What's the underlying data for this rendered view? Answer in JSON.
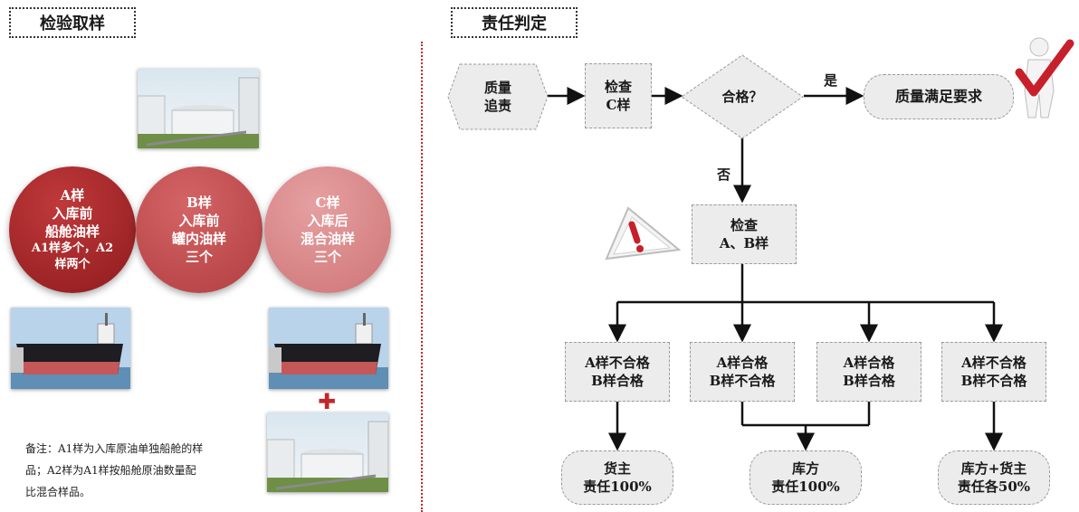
{
  "left": {
    "title": "检验取样",
    "circles": [
      {
        "lines": [
          "A样",
          "入库前",
          "船舱油样"
        ],
        "small_lines": [
          "A1样多个，A2",
          "样两个"
        ]
      },
      {
        "lines": [
          "B样",
          "入库前",
          "罐内油样",
          "三个"
        ]
      },
      {
        "lines": [
          "C样",
          "入库后",
          "混合油样",
          "三个"
        ]
      }
    ],
    "plus": "✚",
    "note": "备注：A1样为入库原油单独船舱的样品；A2样为A1样按船舱原油数量配比混合样品。"
  },
  "right": {
    "title": "责任判定",
    "start": "质量\n追责",
    "check_c": "检查\nC样",
    "decision": "合格？",
    "yes_label": "是",
    "no_label": "否",
    "quality_ok": "质量满足要求",
    "check_ab": "检查\nA、B样",
    "cases": [
      {
        "l1": "A样不合格",
        "l2": "B样合格"
      },
      {
        "l1": "A样合格",
        "l2": "B样不合格"
      },
      {
        "l1": "A样合格",
        "l2": "B样合格"
      },
      {
        "l1": "A样不合格",
        "l2": "B样不合格"
      }
    ],
    "results": [
      {
        "l1": "货主",
        "l2": "责任100%"
      },
      {
        "l1": "库方",
        "l2": "责任100%"
      },
      {
        "l1": "库方+货主",
        "l2": "责任各50%"
      }
    ]
  },
  "colors": {
    "accent": "#c0282a",
    "box_fill": "#ececec",
    "arrow": "#111111"
  },
  "icons": [
    "storage-tank-photo",
    "oil-tanker-photo",
    "plus-icon",
    "warning-icon",
    "checkmark-person-icon"
  ]
}
